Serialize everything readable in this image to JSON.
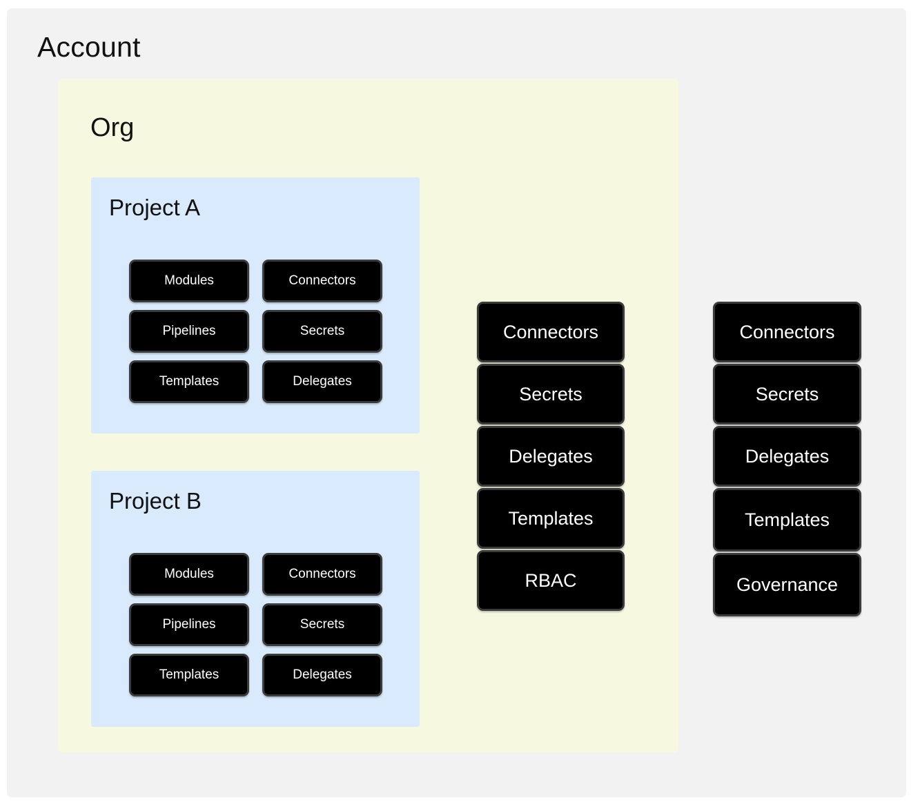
{
  "diagram": {
    "type": "nested-hierarchy",
    "title": "Account",
    "colors": {
      "account_bg": "#f2f2f2",
      "org_bg": "#f6f9e0",
      "project_bg": "#d8eafb",
      "node_bg": "#000000",
      "node_border": "#3b3b3b",
      "node_text": "#ffffff",
      "page_bg": "#ffffff"
    }
  },
  "account": {
    "label": "Account",
    "resources": [
      {
        "label": "Connectors"
      },
      {
        "label": "Secrets"
      },
      {
        "label": "Delegates"
      },
      {
        "label": "Templates"
      },
      {
        "label": "Governance"
      }
    ]
  },
  "org": {
    "label": "Org",
    "resources": [
      {
        "label": "Connectors"
      },
      {
        "label": "Secrets"
      },
      {
        "label": "Delegates"
      },
      {
        "label": "Templates"
      },
      {
        "label": "RBAC"
      }
    ]
  },
  "projects": [
    {
      "label": "Project A",
      "resources_col1": [
        {
          "label": "Modules"
        },
        {
          "label": "Pipelines"
        },
        {
          "label": "Templates"
        }
      ],
      "resources_col2": [
        {
          "label": "Connectors"
        },
        {
          "label": "Secrets"
        },
        {
          "label": "Delegates"
        }
      ]
    },
    {
      "label": "Project B",
      "resources_col1": [
        {
          "label": "Modules"
        },
        {
          "label": "Pipelines"
        },
        {
          "label": "Templates"
        }
      ],
      "resources_col2": [
        {
          "label": "Connectors"
        },
        {
          "label": "Secrets"
        },
        {
          "label": "Delegates"
        }
      ]
    }
  ]
}
